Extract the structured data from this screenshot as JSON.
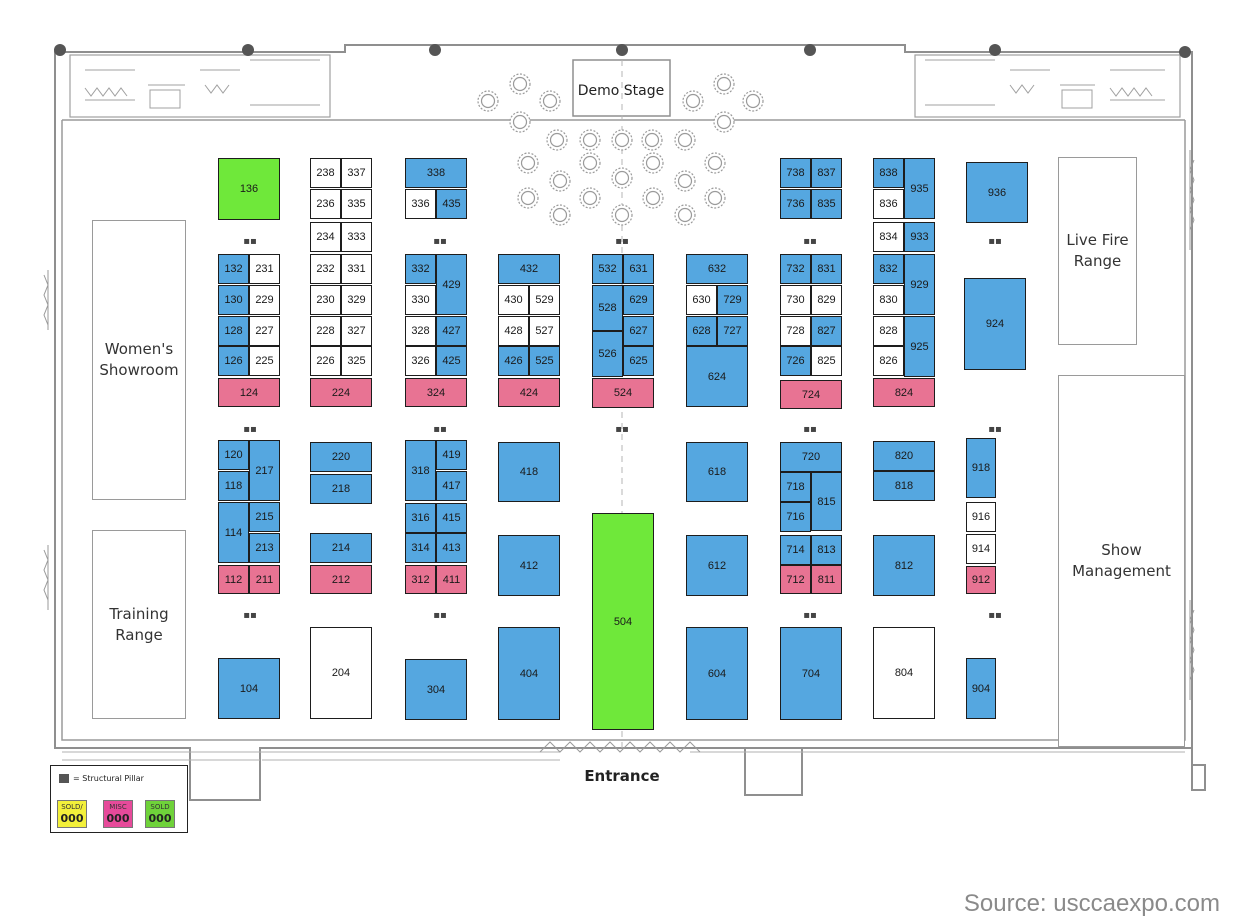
{
  "colors": {
    "available": "#ffffff",
    "exhibitor": "#55a7e0",
    "misc": "#e87393",
    "sold": "#6fe83a",
    "wall": "#8f8f8f",
    "table": "#9a9a9a"
  },
  "labels": {
    "demo_stage": "Demo Stage",
    "entrance": "Entrance",
    "source": "Source: usccaexpo.com"
  },
  "legend": {
    "pillar_label": "= Structural Pillar",
    "items": [
      {
        "title": "SOLD/",
        "value": "000",
        "color": "#f3f03a"
      },
      {
        "title": "MISC",
        "value": "000",
        "color": "#e64a9a"
      },
      {
        "title": "SOLD",
        "value": "000",
        "color": "#6fd23a"
      }
    ]
  },
  "areas": [
    {
      "id": "womens",
      "lines": [
        "Women's",
        "Showroom"
      ]
    },
    {
      "id": "training",
      "lines": [
        "Training",
        "Range"
      ]
    },
    {
      "id": "livefire",
      "lines": [
        "Live Fire",
        "Range"
      ]
    },
    {
      "id": "showmgmt",
      "lines": [
        "Show",
        "Management"
      ]
    }
  ],
  "booths": [
    {
      "n": "136",
      "s": "sold"
    },
    {
      "n": "132",
      "s": "exhibitor"
    },
    {
      "n": "231",
      "s": "available"
    },
    {
      "n": "130",
      "s": "exhibitor"
    },
    {
      "n": "229",
      "s": "available"
    },
    {
      "n": "128",
      "s": "exhibitor"
    },
    {
      "n": "227",
      "s": "available"
    },
    {
      "n": "126",
      "s": "exhibitor"
    },
    {
      "n": "225",
      "s": "available"
    },
    {
      "n": "124",
      "s": "misc"
    },
    {
      "n": "120",
      "s": "exhibitor"
    },
    {
      "n": "118",
      "s": "exhibitor"
    },
    {
      "n": "217",
      "s": "exhibitor"
    },
    {
      "n": "114",
      "s": "exhibitor"
    },
    {
      "n": "215",
      "s": "exhibitor"
    },
    {
      "n": "213",
      "s": "exhibitor"
    },
    {
      "n": "112",
      "s": "misc"
    },
    {
      "n": "211",
      "s": "misc"
    },
    {
      "n": "104",
      "s": "exhibitor"
    },
    {
      "n": "238",
      "s": "available"
    },
    {
      "n": "337",
      "s": "available"
    },
    {
      "n": "236",
      "s": "available"
    },
    {
      "n": "335",
      "s": "available"
    },
    {
      "n": "234",
      "s": "available"
    },
    {
      "n": "333",
      "s": "available"
    },
    {
      "n": "232",
      "s": "available"
    },
    {
      "n": "331",
      "s": "available"
    },
    {
      "n": "230",
      "s": "available"
    },
    {
      "n": "329",
      "s": "available"
    },
    {
      "n": "228",
      "s": "available"
    },
    {
      "n": "327",
      "s": "available"
    },
    {
      "n": "226",
      "s": "available"
    },
    {
      "n": "325",
      "s": "available"
    },
    {
      "n": "224",
      "s": "misc"
    },
    {
      "n": "220",
      "s": "exhibitor"
    },
    {
      "n": "218",
      "s": "exhibitor"
    },
    {
      "n": "214",
      "s": "exhibitor"
    },
    {
      "n": "212",
      "s": "misc"
    },
    {
      "n": "204",
      "s": "available"
    },
    {
      "n": "338",
      "s": "exhibitor"
    },
    {
      "n": "336",
      "s": "available"
    },
    {
      "n": "435",
      "s": "exhibitor"
    },
    {
      "n": "332",
      "s": "exhibitor"
    },
    {
      "n": "429",
      "s": "exhibitor"
    },
    {
      "n": "330",
      "s": "available"
    },
    {
      "n": "328",
      "s": "available"
    },
    {
      "n": "427",
      "s": "exhibitor"
    },
    {
      "n": "326",
      "s": "available"
    },
    {
      "n": "425",
      "s": "exhibitor"
    },
    {
      "n": "324",
      "s": "misc"
    },
    {
      "n": "318",
      "s": "exhibitor"
    },
    {
      "n": "419",
      "s": "exhibitor"
    },
    {
      "n": "417",
      "s": "exhibitor"
    },
    {
      "n": "316",
      "s": "exhibitor"
    },
    {
      "n": "415",
      "s": "exhibitor"
    },
    {
      "n": "314",
      "s": "exhibitor"
    },
    {
      "n": "413",
      "s": "exhibitor"
    },
    {
      "n": "312",
      "s": "misc"
    },
    {
      "n": "411",
      "s": "misc"
    },
    {
      "n": "304",
      "s": "exhibitor"
    },
    {
      "n": "432",
      "s": "exhibitor"
    },
    {
      "n": "430",
      "s": "available"
    },
    {
      "n": "529",
      "s": "available"
    },
    {
      "n": "428",
      "s": "available"
    },
    {
      "n": "527",
      "s": "available"
    },
    {
      "n": "426",
      "s": "exhibitor"
    },
    {
      "n": "525",
      "s": "exhibitor"
    },
    {
      "n": "424",
      "s": "misc"
    },
    {
      "n": "418",
      "s": "exhibitor"
    },
    {
      "n": "412",
      "s": "exhibitor"
    },
    {
      "n": "404",
      "s": "exhibitor"
    },
    {
      "n": "532",
      "s": "exhibitor"
    },
    {
      "n": "631",
      "s": "exhibitor"
    },
    {
      "n": "528",
      "s": "exhibitor"
    },
    {
      "n": "629",
      "s": "exhibitor"
    },
    {
      "n": "627",
      "s": "exhibitor"
    },
    {
      "n": "526",
      "s": "exhibitor"
    },
    {
      "n": "625",
      "s": "exhibitor"
    },
    {
      "n": "524",
      "s": "misc"
    },
    {
      "n": "504",
      "s": "sold"
    },
    {
      "n": "632",
      "s": "exhibitor"
    },
    {
      "n": "630",
      "s": "available"
    },
    {
      "n": "729",
      "s": "exhibitor"
    },
    {
      "n": "628",
      "s": "exhibitor"
    },
    {
      "n": "727",
      "s": "exhibitor"
    },
    {
      "n": "624",
      "s": "exhibitor"
    },
    {
      "n": "618",
      "s": "exhibitor"
    },
    {
      "n": "612",
      "s": "exhibitor"
    },
    {
      "n": "604",
      "s": "exhibitor"
    },
    {
      "n": "738",
      "s": "exhibitor"
    },
    {
      "n": "837",
      "s": "exhibitor"
    },
    {
      "n": "736",
      "s": "exhibitor"
    },
    {
      "n": "835",
      "s": "exhibitor"
    },
    {
      "n": "732",
      "s": "exhibitor"
    },
    {
      "n": "831",
      "s": "exhibitor"
    },
    {
      "n": "730",
      "s": "available"
    },
    {
      "n": "829",
      "s": "available"
    },
    {
      "n": "728",
      "s": "available"
    },
    {
      "n": "827",
      "s": "exhibitor"
    },
    {
      "n": "726",
      "s": "exhibitor"
    },
    {
      "n": "825",
      "s": "available"
    },
    {
      "n": "724",
      "s": "misc"
    },
    {
      "n": "720",
      "s": "exhibitor"
    },
    {
      "n": "718",
      "s": "exhibitor"
    },
    {
      "n": "815",
      "s": "exhibitor"
    },
    {
      "n": "716",
      "s": "exhibitor"
    },
    {
      "n": "714",
      "s": "exhibitor"
    },
    {
      "n": "813",
      "s": "exhibitor"
    },
    {
      "n": "712",
      "s": "misc"
    },
    {
      "n": "811",
      "s": "misc"
    },
    {
      "n": "704",
      "s": "exhibitor"
    },
    {
      "n": "838",
      "s": "exhibitor"
    },
    {
      "n": "935",
      "s": "exhibitor"
    },
    {
      "n": "836",
      "s": "available"
    },
    {
      "n": "834",
      "s": "available"
    },
    {
      "n": "933",
      "s": "exhibitor"
    },
    {
      "n": "832",
      "s": "exhibitor"
    },
    {
      "n": "929",
      "s": "exhibitor"
    },
    {
      "n": "830",
      "s": "available"
    },
    {
      "n": "828",
      "s": "available"
    },
    {
      "n": "925",
      "s": "exhibitor"
    },
    {
      "n": "826",
      "s": "available"
    },
    {
      "n": "824",
      "s": "misc"
    },
    {
      "n": "820",
      "s": "exhibitor"
    },
    {
      "n": "818",
      "s": "exhibitor"
    },
    {
      "n": "812",
      "s": "exhibitor"
    },
    {
      "n": "804",
      "s": "available"
    },
    {
      "n": "936",
      "s": "exhibitor"
    },
    {
      "n": "924",
      "s": "exhibitor"
    },
    {
      "n": "918",
      "s": "exhibitor"
    },
    {
      "n": "916",
      "s": "available"
    },
    {
      "n": "914",
      "s": "available"
    },
    {
      "n": "912",
      "s": "misc"
    },
    {
      "n": "904",
      "s": "exhibitor"
    }
  ]
}
